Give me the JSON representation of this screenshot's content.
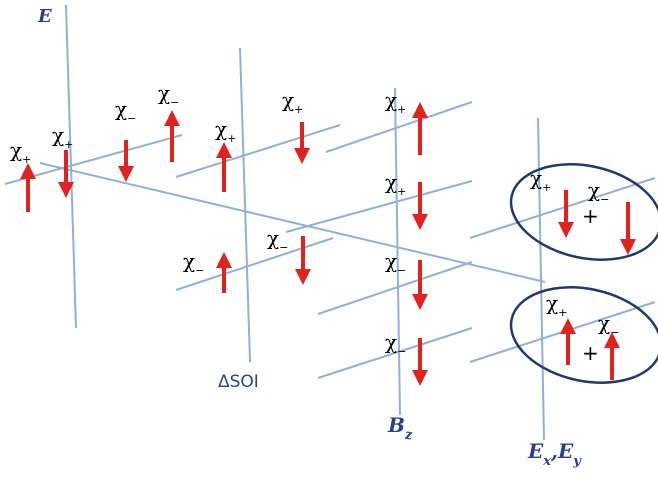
{
  "axes": {
    "e": "E",
    "dsoi": "ΔSOI",
    "bz_main": "B",
    "bz_sub": "z",
    "exy_a_main": "E",
    "exy_a_sub": "x",
    "exy_sep": ",",
    "exy_b_main": "E",
    "exy_b_sub": "y"
  },
  "states": [
    {
      "id": "s1",
      "chi": "χ",
      "sign": "+",
      "spin": "up"
    },
    {
      "id": "s2",
      "chi": "χ",
      "sign": "+",
      "spin": "down"
    },
    {
      "id": "s3",
      "chi": "χ",
      "sign": "−",
      "spin": "down"
    },
    {
      "id": "s4",
      "chi": "χ",
      "sign": "−",
      "spin": "up"
    },
    {
      "id": "s5",
      "chi": "χ",
      "sign": "+",
      "spin": "up"
    },
    {
      "id": "s6",
      "chi": "χ",
      "sign": "+",
      "spin": "down"
    },
    {
      "id": "s7",
      "chi": "χ",
      "sign": "−",
      "spin": "up"
    },
    {
      "id": "s8",
      "chi": "χ",
      "sign": "−",
      "spin": "down"
    },
    {
      "id": "s9",
      "chi": "χ",
      "sign": "+",
      "spin": "up"
    },
    {
      "id": "s10",
      "chi": "χ",
      "sign": "+",
      "spin": "down"
    },
    {
      "id": "s11",
      "chi": "χ",
      "sign": "−",
      "spin": "down"
    },
    {
      "id": "s12",
      "chi": "χ",
      "sign": "−",
      "spin": "down"
    },
    {
      "id": "s13",
      "chi": "χ",
      "sign": "+",
      "spin": "down"
    },
    {
      "id": "s14",
      "chi": "χ",
      "sign": "−",
      "spin": "down"
    },
    {
      "id": "s15",
      "chi": "χ",
      "sign": "+",
      "spin": "up"
    },
    {
      "id": "s16",
      "chi": "χ",
      "sign": "−",
      "spin": "up"
    }
  ],
  "combine": {
    "top": "+",
    "bottom": "+"
  },
  "colors": {
    "line": "#8fb0d8",
    "arrow": "#e0231f",
    "ellipse": "#1f3a6e",
    "axis_label": "#2b3f8f"
  }
}
